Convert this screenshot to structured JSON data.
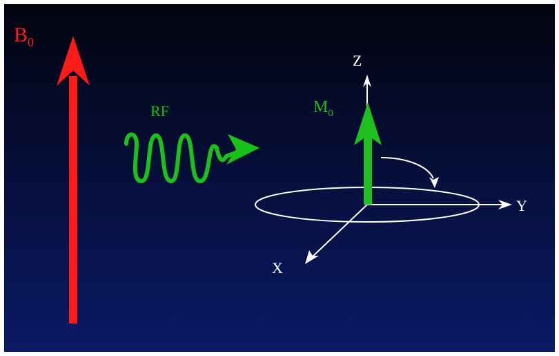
{
  "diagram": {
    "b0": {
      "main": "B",
      "sub": "0"
    },
    "rf": {
      "text": "RF"
    },
    "m0": {
      "main": "M",
      "sub": "0"
    },
    "axes": {
      "z": "Z",
      "y": "Y",
      "x": "X"
    }
  },
  "colors": {
    "background_top": "#03040f",
    "background_bottom": "#0a1a66",
    "b0": "#ff1a1a",
    "rf": "#19c219",
    "m0": "#1fbf1f",
    "axes": "#ffffff"
  },
  "icons": {
    "b0_arrow": "up-arrow-icon",
    "rf_wave": "sine-wave-arrow-icon",
    "m0_arrow": "up-arrow-icon",
    "rotation": "curved-arrow-icon"
  }
}
